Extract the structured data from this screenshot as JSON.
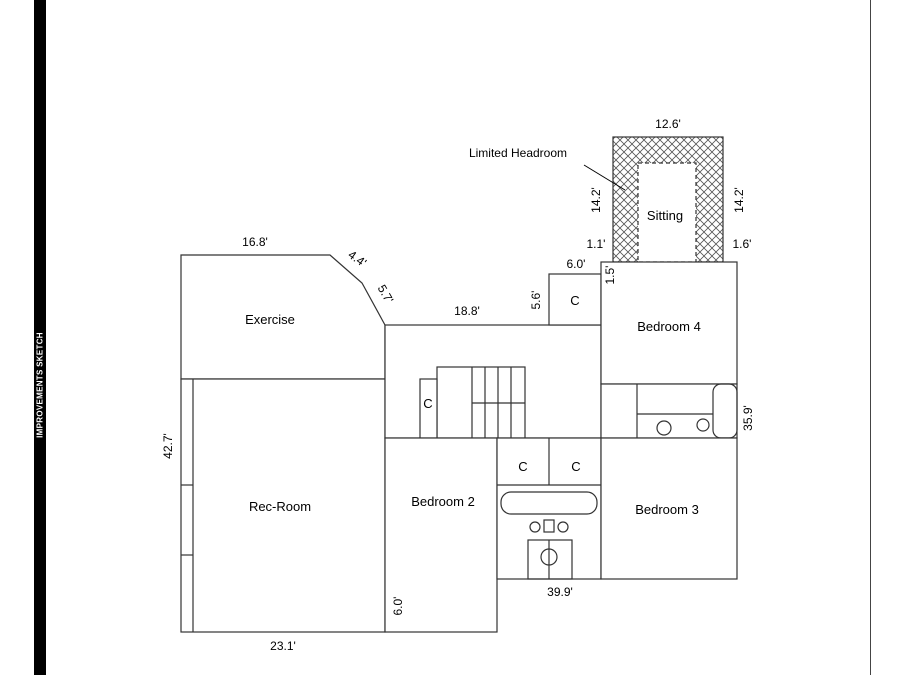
{
  "sidebar": {
    "title": "IMPROVEMENTS SKETCH"
  },
  "rooms": {
    "exercise": "Exercise",
    "rec_room": "Rec-Room",
    "bedroom_2": "Bedroom 2",
    "bedroom_3": "Bedroom 3",
    "bedroom_4": "Bedroom 4",
    "sitting": "Sitting"
  },
  "closets": {
    "c1": "C",
    "c2": "C",
    "c3": "C",
    "c4": "C"
  },
  "annotations": {
    "limited_headroom": "Limited Headroom"
  },
  "dimensions": {
    "sitting_top": "12.6'",
    "sitting_left": "14.2'",
    "sitting_right": "14.2'",
    "sitting_left_small": "1.1'",
    "sitting_right_small": "1.6'",
    "bed4_small_v": "1.5'",
    "closet_top": "6.0'",
    "closet_left": "5.6'",
    "exercise_top": "16.8'",
    "angle_1": "4.4'",
    "angle_2": "5.7'",
    "middle_top": "18.8'",
    "left_side": "42.7'",
    "right_side": "35.9'",
    "bottom_left": "23.1'",
    "bottom_right": "39.9'",
    "notch": "6.0'"
  }
}
